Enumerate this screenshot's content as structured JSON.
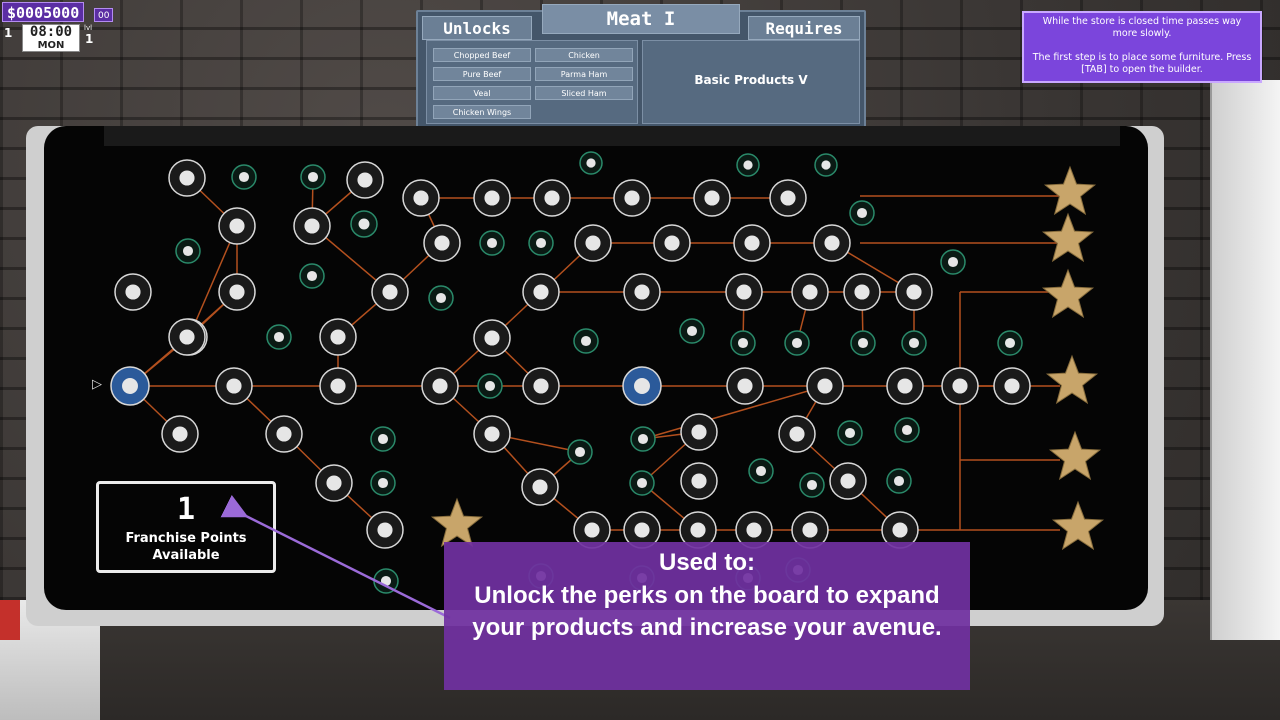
{
  "hud": {
    "money": "$0005000",
    "cents": "00",
    "day": "1",
    "time": "08:00",
    "weekday": "MON",
    "level_label": "lvl",
    "level": "1"
  },
  "tip": {
    "line1": "While the store is closed time passes way more slowly.",
    "line2": "The first step is to place some furniture. Press [TAB] to open the builder."
  },
  "panel": {
    "unlocks_tab": "Unlocks",
    "title": "Meat I",
    "requires_tab": "Requires",
    "unlock_items": [
      "Chopped Beef",
      "Chicken",
      "Pure Beef",
      "Parma Ham",
      "Veal",
      "Sliced Ham",
      "Chicken Wings"
    ],
    "requires": "Basic Products V"
  },
  "franchise": {
    "count": "1",
    "label_line1": "Franchise Points",
    "label_line2": "Available"
  },
  "annotation": {
    "title": "Used to:",
    "body": "Unlock the perks on the board to expand your products and increase your avenue."
  },
  "colors": {
    "accent_purple": "#7030a0",
    "node_unlocked": "#2b5a9a",
    "edge_line": "#b3501e",
    "star_gold": "#c8a56a"
  },
  "tree": {
    "perk_icons": [
      "bottle-icon",
      "user-icon",
      "user-icon",
      "can-icon",
      "cherry-icon",
      "cherry-icon",
      "sprout-icon",
      "sprout-icon",
      "sprout-icon",
      "sprout-icon",
      "barcode-icon",
      "tag-icon",
      "magnifier-icon",
      "bottle-icon",
      "pencil-icon",
      "card-icon",
      "user-icon",
      "cherry-icon",
      "user-icon",
      "pill-icon",
      "bandage-icon",
      "bandage-icon",
      "baby-icon",
      "baby-icon",
      "user-icon",
      "user-icon",
      "phone-icon",
      "register-icon",
      "bottle-icon",
      "cherry-icon",
      "dollar-icon",
      "money-bag-icon",
      "money-bag-icon",
      "spray-icon",
      "spray-icon",
      "book-icon",
      "book-icon",
      "cloud-icon",
      "register-icon",
      "lightning-icon",
      "cherry-icon",
      "money-bag-icon",
      "waves-icon",
      "user-icon",
      "heart-icon",
      "card-icon",
      "user-icon",
      "user-icon",
      "magnifier-icon",
      "bread-icon",
      "bread-icon",
      "bread-icon",
      "bread-icon",
      "box-icon",
      "bread-icon",
      "meat-icon",
      "bread-icon",
      "bread-icon",
      "wrench-icon",
      "wrench-icon",
      "wrench-icon",
      "cup-icon",
      "can-icon",
      "heart-icon",
      "candy-icon",
      "tag-icon",
      "book-icon",
      "stew-icon",
      "wine-icon",
      "user-icon",
      "tag-icon",
      "can-icon",
      "user-icon",
      "candy-icon",
      "card-icon",
      "ghost-icon",
      "lightning-icon",
      "extinguisher-icon",
      "wine-icon",
      "box-icon",
      "fish-icon",
      "user-icon",
      "candy-icon",
      "candy-icon",
      "candy-icon",
      "candy-icon",
      "candy-icon",
      "wine-icon",
      "user-icon",
      "ghost-icon",
      "user-icon",
      "user-icon"
    ],
    "stars": 7
  }
}
